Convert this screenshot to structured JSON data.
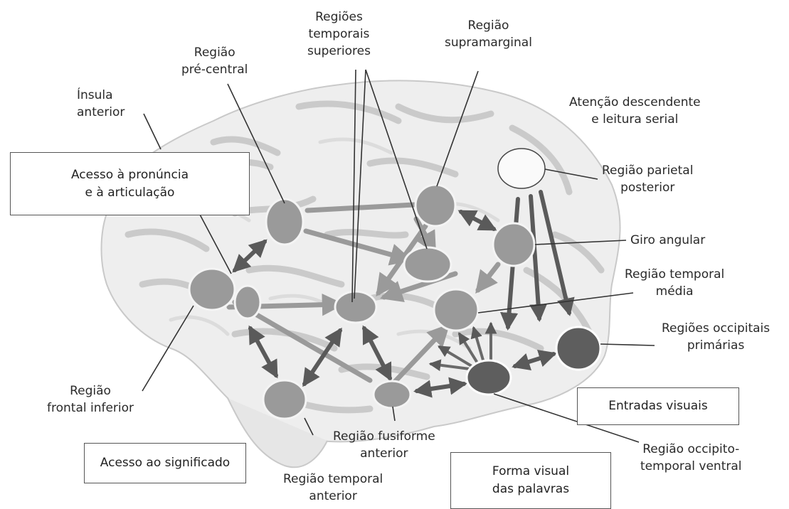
{
  "labels": {
    "insula": [
      "Ínsula",
      "anterior"
    ],
    "precentral": [
      "Região",
      "pré-central"
    ],
    "temporais_sup": [
      "Regiões",
      "temporais",
      "superiores"
    ],
    "supramarginal": [
      "Região",
      "supramarginal"
    ],
    "atencao": [
      "Atenção descendente",
      "e leitura serial"
    ],
    "parietal_post": [
      "Região parietal",
      "posterior"
    ],
    "giro_angular": [
      "Giro angular"
    ],
    "temporal_media": [
      "Região temporal",
      "média"
    ],
    "occipitais_prim": [
      "Regiões occipitais",
      "primárias"
    ],
    "frontal_inf": [
      "Região",
      "frontal inferior"
    ],
    "fusiforme_ant": [
      "Região fusiforme",
      "anterior"
    ],
    "temporal_ant": [
      "Região temporal",
      "anterior"
    ],
    "occipito_temp": [
      "Região occipito-",
      "temporal ventral"
    ]
  },
  "boxes": {
    "pronuncia": [
      "Acesso à pronúncia",
      "e à articulação"
    ],
    "significado": [
      "Acesso ao significado"
    ],
    "forma_visual": [
      "Forma visual",
      "das palavras"
    ],
    "entradas": [
      "Entradas visuais"
    ]
  },
  "colors": {
    "brain": "#eeeeee",
    "sulcus": "#c4c4c4",
    "node": "#9a9a9a",
    "node_dark": "#5e5e5e",
    "node_white": "#fafafa",
    "arrow": "#5a5a5a",
    "line": "#333333"
  }
}
